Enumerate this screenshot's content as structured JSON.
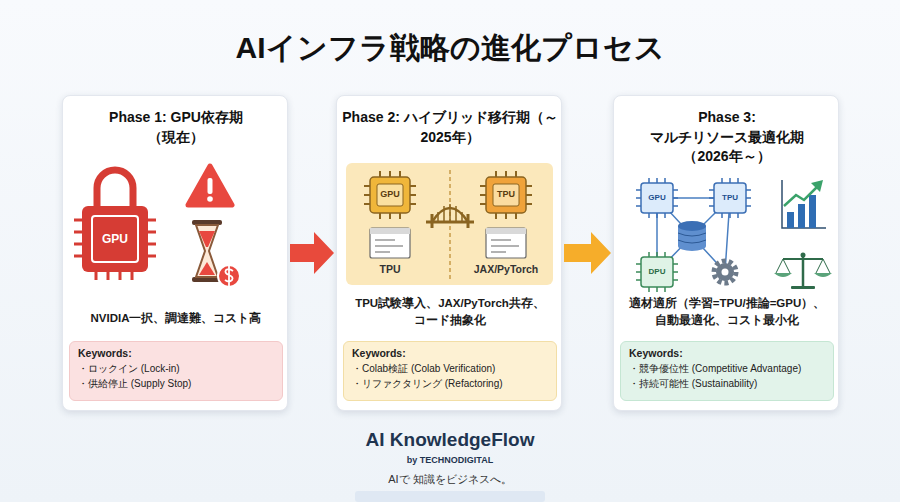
{
  "diagram": {
    "title": "AIインフラ戦略の進化プロセス",
    "nodes": [
      {
        "text": [
          "Phase 1: GPU依存期（現在）",
          "NVIDIA一択、調達難、コスト高"
        ]
      },
      {
        "text": [
          "Keywords:",
          "・ロックイン (Lock-in)",
          "・供給停止 (Supply Stop)"
        ],
        "in": 0
      },
      {
        "text": [
          "Phase 2: ハイブリッド移行期（～2025年）",
          "TPU試験導入、JAX/PyTorch共存、 コード抽象化"
        ]
      },
      {
        "text": [
          "Keywords:",
          "・Colab検証 (Colab Verification)",
          "・リファクタリング (Refactoring)"
        ],
        "in": 2
      },
      {
        "text": [
          "Phase 3: マルチリソース最適化期 （2026年～）",
          "適材適所（学習=TPU/推論=GPU）、 自動最適化、コスト最小化"
        ]
      },
      {
        "text": [
          "Keywords:",
          "・競争優位性 (Competitive Advantage)",
          "・持続可能性 (Sustainability)"
        ],
        "in": 4
      }
    ],
    "edges": [
      {
        "from": 0,
        "to": 2,
        "arrow": "to"
      },
      {
        "from": 2,
        "to": 4,
        "arrow": "to"
      }
    ],
    "labels": [
      "GPU",
      "GPU",
      "TPU",
      "TPU",
      "JAX/PyTorch",
      "GPU",
      "TPU",
      "DPU",
      "AI KnowledgeFlow",
      "by TECHNODIGITAL",
      "AIで 知識をビジネスへ。"
    ]
  }
}
